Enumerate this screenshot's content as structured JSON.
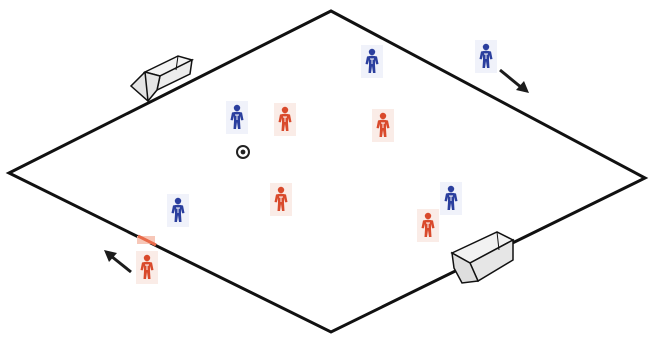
{
  "colors": {
    "background": "#ffffff",
    "field_line": "#111111",
    "team_blue": "#2b3f9e",
    "team_blue_light": "#e3e8f6",
    "team_red": "#d94a2c",
    "team_red_light": "#f6ddd3",
    "goal_fill": "#f3f3f3",
    "ball": "#222222",
    "arrow": "#1c1c1c",
    "sideline_mark": "#e86a4a"
  },
  "icons": {
    "player": "person-icon",
    "ball": "soccer-ball-icon",
    "goal": "goal-icon",
    "arrow": "arrow-icon"
  },
  "players": [
    {
      "team": "blue"
    },
    {
      "team": "blue"
    },
    {
      "team": "blue"
    },
    {
      "team": "blue"
    },
    {
      "team": "blue"
    },
    {
      "team": "red"
    },
    {
      "team": "red"
    },
    {
      "team": "red"
    },
    {
      "team": "red"
    },
    {
      "team": "red"
    }
  ]
}
